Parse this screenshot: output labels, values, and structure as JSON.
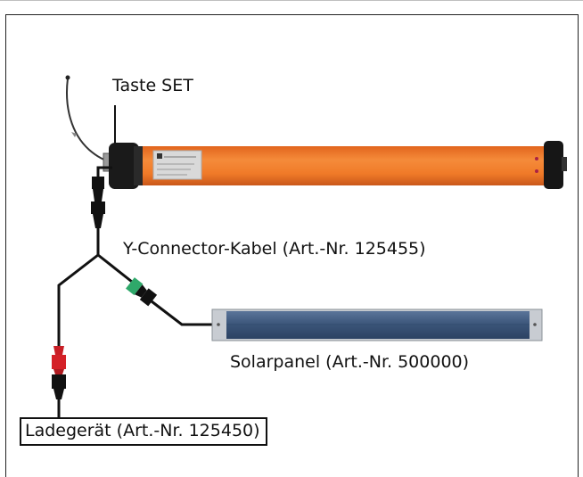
{
  "labels": {
    "taste_set": "Taste SET",
    "y_connector": "Y-Connector-Kabel (Art.-Nr. 125455)",
    "solarpanel": "Solarpanel (Art.-Nr. 500000)",
    "ladegeraet": "Ladegerät (Art.-Nr. 125450)"
  },
  "colors": {
    "motor_tube": "#f07d2e",
    "cable": "#111111",
    "solar_plug": "#2fa86a",
    "charger_plug": "#d42027",
    "solar_panel": "#3d5a80"
  }
}
